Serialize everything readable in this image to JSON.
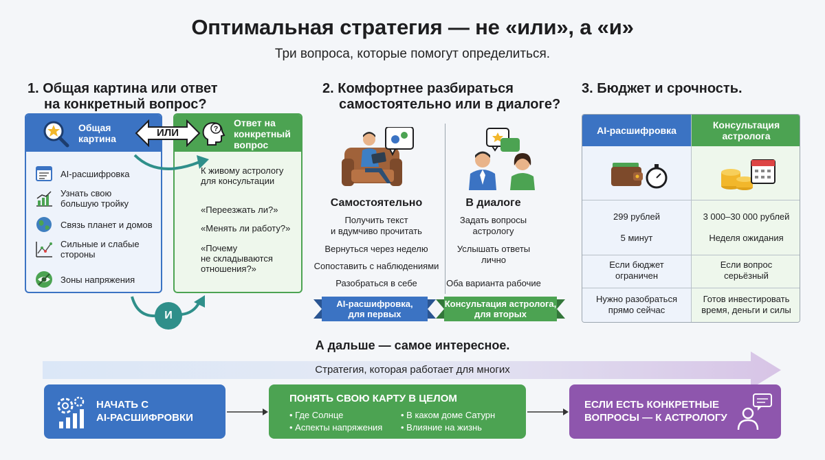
{
  "header": {
    "title": "Оптимальная стратегия — не «или», а «и»",
    "subtitle": "Три вопроса, которые помогут определиться."
  },
  "section1": {
    "title_line1": "1. Общая картина или ответ",
    "title_line2": "на конкретный вопрос?",
    "left_card": {
      "title_line1": "Общая",
      "title_line2": "картина",
      "items": [
        {
          "line1": "AI-расшифровка",
          "line2": "",
          "icon": "document-icon"
        },
        {
          "line1": "Узнать свою",
          "line2": "большую тройку",
          "icon": "bar-chart-icon"
        },
        {
          "line1": "Связь планет и домов",
          "line2": "",
          "icon": "planet-icon"
        },
        {
          "line1": "Сильные и слабые",
          "line2": "стороны",
          "icon": "line-chart-icon"
        },
        {
          "line1": "Зоны напряжения",
          "line2": "",
          "icon": "eye-icon"
        }
      ]
    },
    "or_label": "ИЛИ",
    "and_label": "И",
    "right_card": {
      "title_line1": "Ответ на",
      "title_line2": "конкретный",
      "title_line3": "вопрос",
      "intro_line1": "К живому астрологу",
      "intro_line2": "для консультации",
      "q1": "«Переезжать ли?»",
      "q2": "«Менять ли работу?»",
      "q3_line1": "«Почему",
      "q3_line2": "не складываются",
      "q3_line3": "отношения?»"
    }
  },
  "section2": {
    "title_line1": "2. Комфортнее разбираться",
    "title_line2": "самостоятельно или в диалоге?",
    "left": {
      "heading": "Самостоятельно",
      "t1_line1": "Получить текст",
      "t1_line2": "и вдумчиво прочитать",
      "t2": "Вернуться через неделю",
      "t3": "Сопоставить с наблюдениями",
      "t4": "Разобраться в себе",
      "banner_line1": "AI-расшифровка,",
      "banner_line2": "для первых"
    },
    "right": {
      "heading": "В диалоге",
      "t1_line1": "Задать вопросы",
      "t1_line2": "астрологу",
      "t2": "Услышать ответы лично",
      "t3": "Оба варианта рабочие",
      "banner_line1": "Консультация астролога,",
      "banner_line2": "для вторых"
    }
  },
  "section3": {
    "title": "3. Бюджет и срочность.",
    "col1": {
      "header": "AI-расшифровка",
      "price": "299 рублей",
      "time": "5 минут",
      "cond_line1": "Если бюджет",
      "cond_line2": "ограничен",
      "need_line1": "Нужно разобраться",
      "need_line2": "прямо сейчас"
    },
    "col2": {
      "header_line1": "Консультация",
      "header_line2": "астролога",
      "price": "3 000–30 000 рублей",
      "time": "Неделя ожидания",
      "cond_line1": "Если вопрос",
      "cond_line2": "серьёзный",
      "need_line1": "Готов инвестировать",
      "need_line2": "время, деньги и силы"
    }
  },
  "bottom": {
    "title": "А дальше — самое интересное.",
    "arrow_label": "Стратегия, которая работает для многих",
    "step1_line1": "НАЧАТЬ С",
    "step1_line2": "AI-РАСШИФРОВКИ",
    "step2_title": "ПОНЯТЬ СВОЮ КАРТУ В ЦЕЛОМ",
    "step2_b1": "Где Солнце",
    "step2_b2": "Аспекты напряжения",
    "step2_b3": "В каком доме Сатурн",
    "step2_b4": "Влияние на жизнь",
    "step3_line1": "ЕСЛИ ЕСТЬ КОНКРЕТНЫЕ",
    "step3_line2": "ВОПРОСЫ — К АСТРОЛОГУ"
  },
  "colors": {
    "blue": "#3b73c3",
    "green": "#4ca352",
    "purple": "#8e56ad",
    "teal": "#2f8f8a"
  }
}
